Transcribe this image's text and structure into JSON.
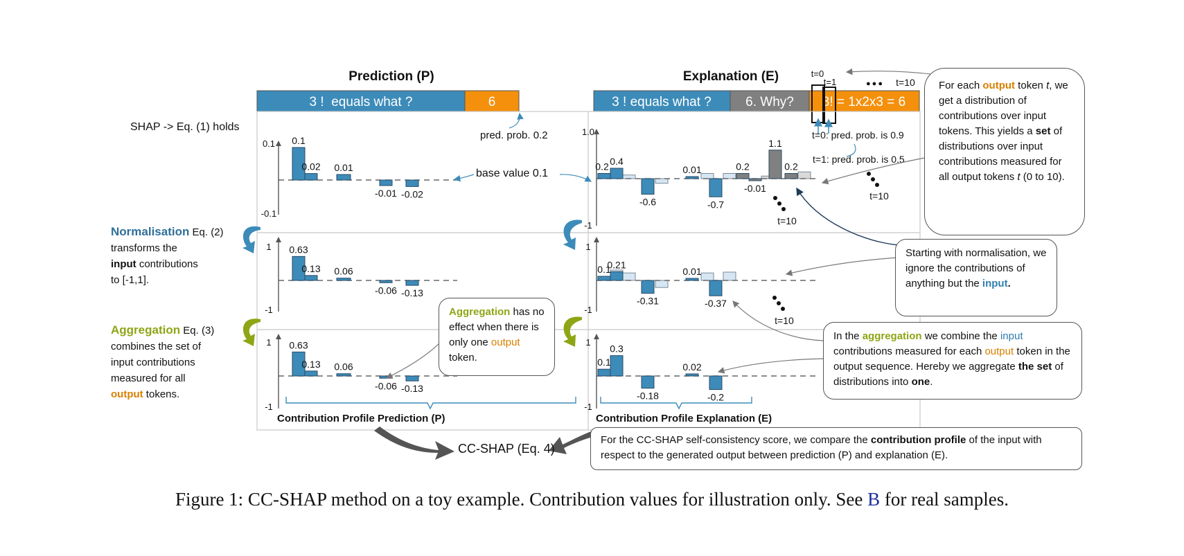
{
  "figure": {
    "pred_title": "Prediction (P)",
    "expl_title": "Explanation (E)",
    "tokens": {
      "pred_input": "3 !  equals what ?",
      "pred_output": "6",
      "expl_input": "3 ! equals what ?",
      "expl_prompt": "6. Why?",
      "expl_output": "3! = 1x2x3 = 6"
    },
    "time_labels": {
      "t0": "t=0",
      "t1": "t=1",
      "t10": "t=10",
      "dots": "●●●"
    },
    "shap_label": "SHAP -> Eq. (1) holds",
    "annotations": {
      "pred_prob": "pred. prob. 0.2",
      "base_value": "base value 0.1",
      "t0_prob": "t=0: pred. prob. is 0.9",
      "t1_prob": "t=1: pred. prob. is 0.5",
      "t10_a": "t=10",
      "t10_b": "t=10",
      "t10_c": "t=10",
      "t10_d": "t=10",
      "cc_shap": "CC-SHAP (Eq. 4)",
      "profile_p": "Contribution Profile Prediction (P)",
      "profile_e": "Contribution Profile Explanation (E)"
    },
    "side_text": {
      "norm_title": "Normalisation",
      "norm_eq": " Eq. (2)",
      "norm_l1": "transforms the",
      "norm_l2_bold": "input",
      "norm_l2_rest": " contributions",
      "norm_l3": "to [-1,1].",
      "agg_title": "Aggregation",
      "agg_eq": " Eq. (3)",
      "agg_l1": "combines the set of",
      "agg_l2": "input contributions",
      "agg_l3": "measured for all",
      "agg_l4_col": "output",
      "agg_l4_rest": " tokens."
    },
    "callouts": {
      "top_right": {
        "p1": "For each ",
        "w_output": "output",
        "p2": " token",
        "w_t": "t",
        "p3": ", we get a distribution of contributions over input tokens. This yields a ",
        "w_set": "set",
        "p4": " of distributions over input contributions measured for all output tokens ",
        "w_t2": "t",
        "p5": " (0 to 10)."
      },
      "norm": {
        "p1": "Starting with normalisation, we ignore the contributions of anything but the ",
        "w_input": "input",
        "p2": "."
      },
      "agg_effect": {
        "w_agg": "Aggregation",
        "p1": " has no effect when there is only one ",
        "w_output": "output",
        "p2": " token."
      },
      "agg_desc": {
        "p1": "In the ",
        "w_agg": "aggregation",
        "p2": " we combine the ",
        "w_input": "input",
        "p3": " contributions measured for each ",
        "w_output": "output",
        "p4": " token in the output sequence. Hereby we aggregate ",
        "w_set": "the set",
        "p5": " of distributions into ",
        "w_one": "one",
        "p6": "."
      },
      "bottom": {
        "p1": "For the CC-SHAP self-consistency score, we compare the ",
        "w_profile": "contribution profile",
        "p2": " of the input with respect to the generated output between prediction (P) and explanation (E)."
      }
    },
    "caption": {
      "p1": "Figure 1: CC-SHAP method on a toy example. Contribution values for illustration only. See ",
      "ref": "B",
      "p2": " for real samples."
    },
    "colors": {
      "blue": "#3d8bb9",
      "orange": "#f4900c",
      "gray": "#808080",
      "light_blue": "#d6e6f2",
      "light_gray": "#d9d9d9",
      "olive": "#8ea515"
    }
  },
  "chart_data": [
    {
      "id": "p_shap",
      "type": "bar",
      "ylim": [
        -0.1,
        0.1
      ],
      "y_ticks": [
        "0.1",
        "-0.1"
      ],
      "values": [
        0.1,
        0.02,
        0.01,
        -0.01,
        -0.02
      ],
      "labels": [
        "0.1",
        "0.02",
        "0.01",
        "-0.01",
        "-0.02"
      ]
    },
    {
      "id": "e_shap",
      "type": "bar",
      "ylim": [
        -1,
        1.0
      ],
      "y_ticks": [
        "1.0",
        "-1"
      ],
      "values": [
        0.2,
        0.4,
        -0.6,
        0.01,
        -0.7,
        0.2,
        -0.01,
        1.1,
        0.2
      ],
      "labels": [
        "0.2",
        "0.4",
        "-0.6",
        "0.01",
        "-0.7",
        "0.2",
        "-0.01",
        "1.1",
        "0.2"
      ]
    },
    {
      "id": "p_norm",
      "type": "bar",
      "ylim": [
        -1,
        1
      ],
      "y_ticks": [
        "1",
        "-1"
      ],
      "values": [
        0.63,
        0.13,
        0.06,
        -0.06,
        -0.13
      ],
      "labels": [
        "0.63",
        "0.13",
        "0.06",
        "-0.06",
        "-0.13"
      ]
    },
    {
      "id": "e_norm",
      "type": "bar",
      "ylim": [
        -1,
        1
      ],
      "y_ticks": [
        "1",
        "-1"
      ],
      "values": [
        0.1,
        0.21,
        -0.31,
        0.01,
        -0.37
      ],
      "labels": [
        "0.1",
        "0.21",
        "-0.31",
        "0.01",
        "-0.37"
      ]
    },
    {
      "id": "p_agg",
      "type": "bar",
      "ylim": [
        -1,
        1
      ],
      "y_ticks": [
        "1",
        "-1"
      ],
      "values": [
        0.63,
        0.13,
        0.06,
        -0.06,
        -0.13
      ],
      "labels": [
        "0.63",
        "0.13",
        "0.06",
        "-0.06",
        "-0.13"
      ]
    },
    {
      "id": "e_agg",
      "type": "bar",
      "ylim": [
        -1,
        1
      ],
      "y_ticks": [
        "1",
        "-1"
      ],
      "values": [
        0.1,
        0.3,
        -0.18,
        0.02,
        -0.2
      ],
      "labels": [
        "0.1",
        "0.3",
        "-0.18",
        "0.02",
        "-0.2"
      ]
    }
  ]
}
